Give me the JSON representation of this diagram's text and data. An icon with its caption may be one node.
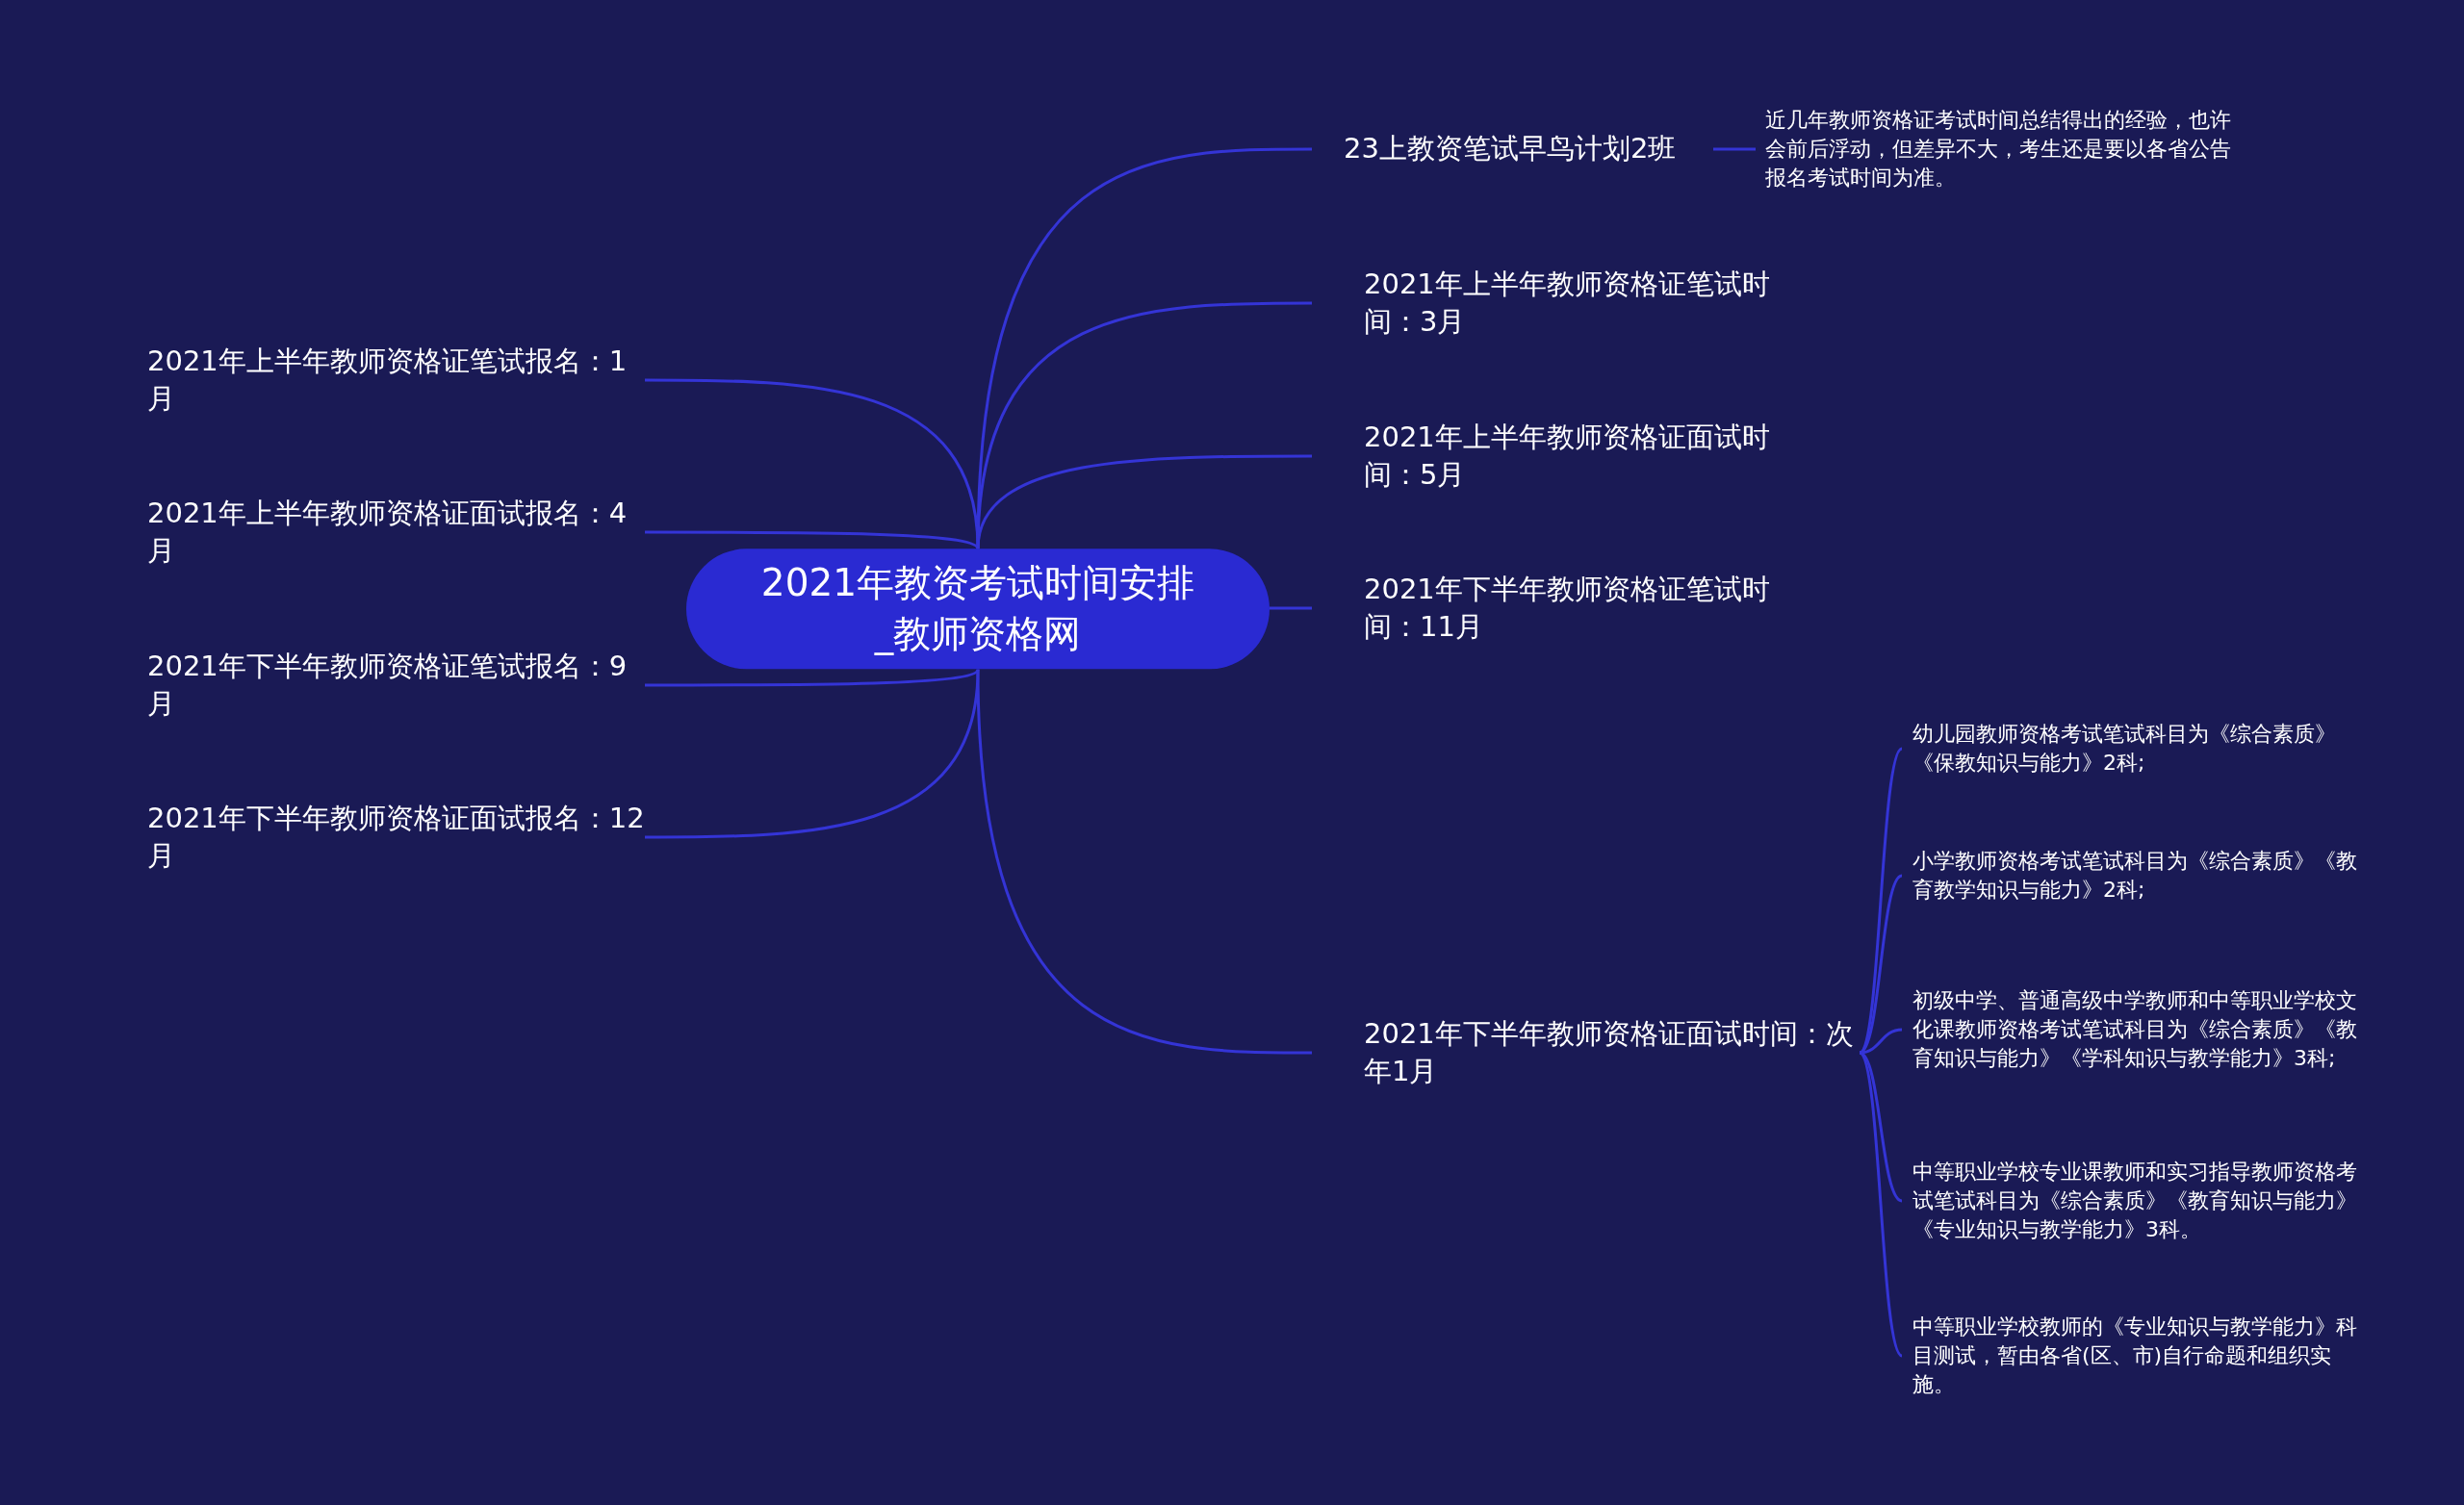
{
  "diagram": {
    "nodes": [
      {
        "text": [
          "2021年教资考试时间安排_教师资格网"
        ]
      },
      {
        "text": [
          "2021年上半年教师资格证笔试报名：1月"
        ]
      },
      {
        "text": [
          "2021年上半年教师资格证面试报名：4月"
        ]
      },
      {
        "text": [
          "2021年下半年教师资格证笔试报名：9月"
        ]
      },
      {
        "text": [
          "2021年下半年教师资格证面试报名：12月"
        ]
      },
      {
        "text": [
          "23上教资笔试早鸟计划2班"
        ]
      },
      {
        "text": [
          "近几年教师资格证考试时间总结得出的经验，也许会前后浮动，但差异不大，考生还是要以各省公告报名考试时间为准。"
        ]
      },
      {
        "text": [
          "2021年上半年教师资格证笔试时间：3月"
        ]
      },
      {
        "text": [
          "2021年上半年教师资格证面试时间：5月"
        ]
      },
      {
        "text": [
          "2021年下半年教师资格证笔试时间：11月"
        ]
      },
      {
        "text": [
          "2021年下半年教师资格证面试时间：次年1月"
        ]
      },
      {
        "text": [
          "幼儿园教师资格考试笔试科目为《综合素质》《保教知识与能力》2科;"
        ]
      },
      {
        "text": [
          "小学教师资格考试笔试科目为《综合素质》《教育教学知识与能力》2科;"
        ]
      },
      {
        "text": [
          "初级中学、普通高级中学教师和中等职业学校文化课教师资格考试笔试科目为《综合素质》《教育知识与能力》《学科知识与教学能力》3科;"
        ]
      },
      {
        "text": [
          "中等职业学校专业课教师和实习指导教师资格考试笔试科目为《综合素质》《教育知识与能力》《专业知识与教学能力》3科。"
        ]
      },
      {
        "text": [
          "中等职业学校教师的《专业知识与教学能力》科目测试，暂由各省(区、市)自行命题和组织实施。"
        ]
      }
    ],
    "edges": [
      {
        "from": 0,
        "to": 1,
        "arrow": "none"
      },
      {
        "from": 0,
        "to": 2,
        "arrow": "none"
      },
      {
        "from": 0,
        "to": 3,
        "arrow": "none"
      },
      {
        "from": 0,
        "to": 4,
        "arrow": "none"
      },
      {
        "from": 0,
        "to": 5,
        "arrow": "none"
      },
      {
        "from": 5,
        "to": 6,
        "arrow": "none"
      },
      {
        "from": 0,
        "to": 7,
        "arrow": "none"
      },
      {
        "from": 0,
        "to": 8,
        "arrow": "none"
      },
      {
        "from": 0,
        "to": 9,
        "arrow": "none"
      },
      {
        "from": 0,
        "to": 10,
        "arrow": "none"
      },
      {
        "from": 10,
        "to": 11,
        "arrow": "none"
      },
      {
        "from": 10,
        "to": 12,
        "arrow": "none"
      },
      {
        "from": 10,
        "to": 13,
        "arrow": "none"
      },
      {
        "from": 10,
        "to": 14,
        "arrow": "none"
      },
      {
        "from": 10,
        "to": 15,
        "arrow": "none"
      }
    ]
  }
}
